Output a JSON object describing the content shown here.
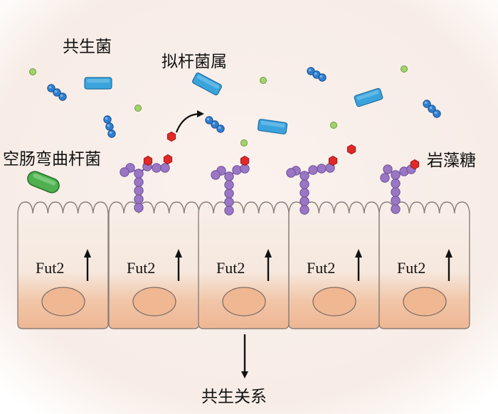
{
  "labels": {
    "commensal": "共生菌",
    "bacteroides": "拟杆菌属",
    "campylobacter": "空肠弯曲杆菌",
    "fucose": "岩藻糖",
    "symbiosis": "共生关系"
  },
  "cells": [
    {
      "enzyme": "Fut2"
    },
    {
      "enzyme": "Fut2"
    },
    {
      "enzyme": "Fut2"
    },
    {
      "enzyme": "Fut2"
    },
    {
      "enzyme": "Fut2"
    }
  ],
  "colors": {
    "background": "#f7ece6",
    "cell_top": "#f6eae2",
    "cell_bottom": "#eeb694",
    "nucleus": "#f0b793",
    "outline": "#8c7f78",
    "rod_bacteria": "#3aa3dc",
    "cocci_chain": "#2e7fd0",
    "green_dot": "#a4d36e",
    "glycan": "#9a77c4",
    "fucose": "#e02a2a",
    "campylobacter": "#4fb04f"
  }
}
